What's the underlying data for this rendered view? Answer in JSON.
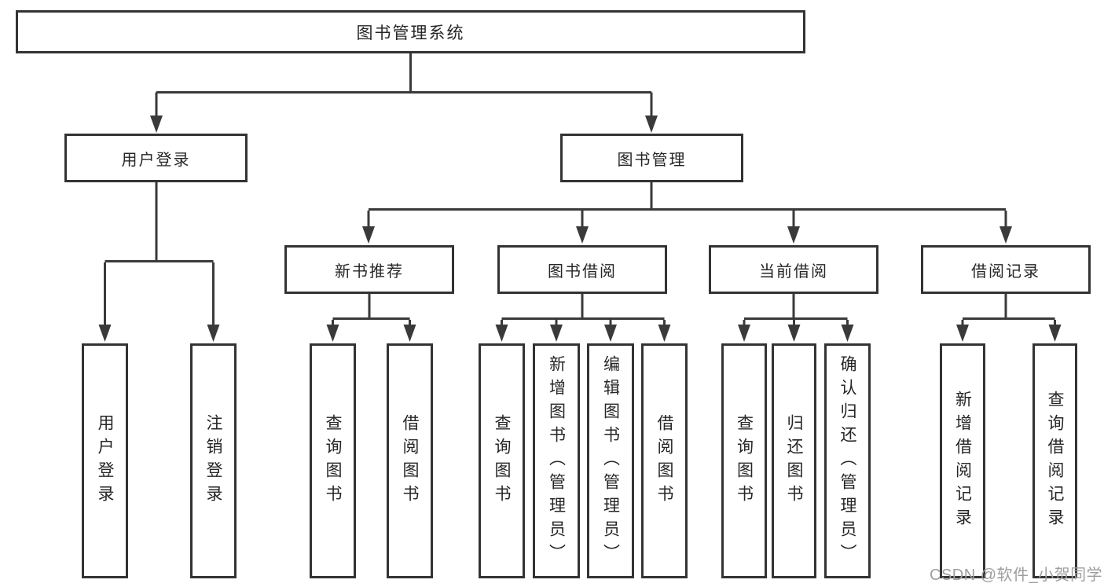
{
  "diagram": {
    "title": "图书管理系统",
    "level2": {
      "user_login": "用户登录",
      "book_management": "图书管理"
    },
    "level3": {
      "new_book_recommend": "新书推荐",
      "book_borrow": "图书借阅",
      "current_borrow": "当前借阅",
      "borrow_records": "借阅记录"
    },
    "level4": {
      "user_login": "用户登录",
      "logout": "注销登录",
      "rec_query_books": "查询图书",
      "rec_borrow_books": "借阅图书",
      "bor_query_books": "查询图书",
      "bor_add_books": "新增图书（管理员）",
      "bor_edit_books": "编辑图书（管理员）",
      "bor_borrow_books": "借阅图书",
      "cur_query_books": "查询图书",
      "cur_return_books": "归还图书",
      "cur_confirm_return": "确认归还（管理员）",
      "rec_add_record": "新增借阅记录",
      "rec_query_record": "查询借阅记录"
    },
    "watermark": "CSDN @软件_小贺同学",
    "colors": {
      "line": "#3a3a3a",
      "border": "#333333",
      "text": "#262626",
      "background": "#ffffff",
      "watermark": "#9e9e9e"
    }
  }
}
